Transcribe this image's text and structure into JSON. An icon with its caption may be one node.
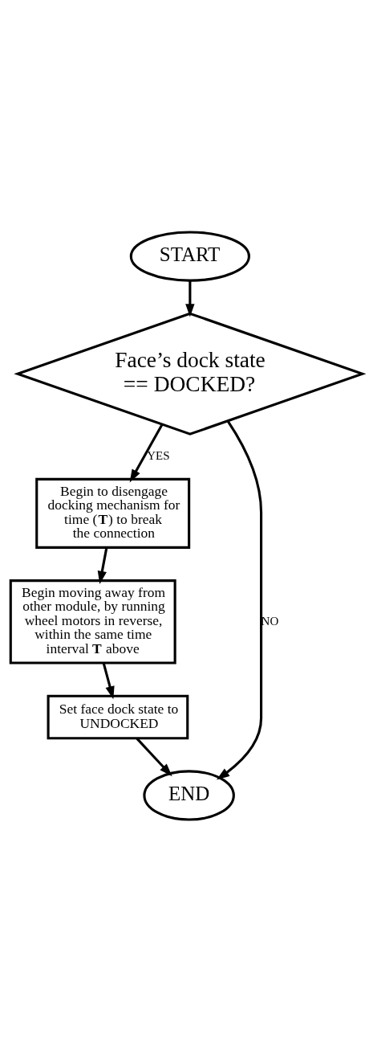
{
  "diagram": {
    "nodes": [
      {
        "text": [
          "START"
        ]
      },
      {
        "text": [
          "Face’s dock state == DOCKED?"
        ]
      },
      {
        "text": [
          "Begin to disengage docking mechanism for time (**T**) to break the connection"
        ]
      },
      {
        "text": [
          "Begin moving away from other module, by running wheel motors in reverse, within the same time interval **T** above"
        ]
      },
      {
        "text": [
          "Set face dock state to UNDOCKED"
        ]
      },
      {
        "text": [
          "END"
        ]
      }
    ],
    "edges": [
      {
        "from": 0,
        "to": 1,
        "arrow": "to"
      },
      {
        "from": 1,
        "to": 2,
        "arrow": "to",
        "label": "YES"
      },
      {
        "from": 1,
        "to": 5,
        "arrow": "to",
        "label": "NO"
      },
      {
        "from": 2,
        "to": 3,
        "arrow": "to"
      },
      {
        "from": 3,
        "to": 4,
        "arrow": "to"
      },
      {
        "from": 4,
        "to": 5,
        "arrow": "to"
      }
    ]
  }
}
